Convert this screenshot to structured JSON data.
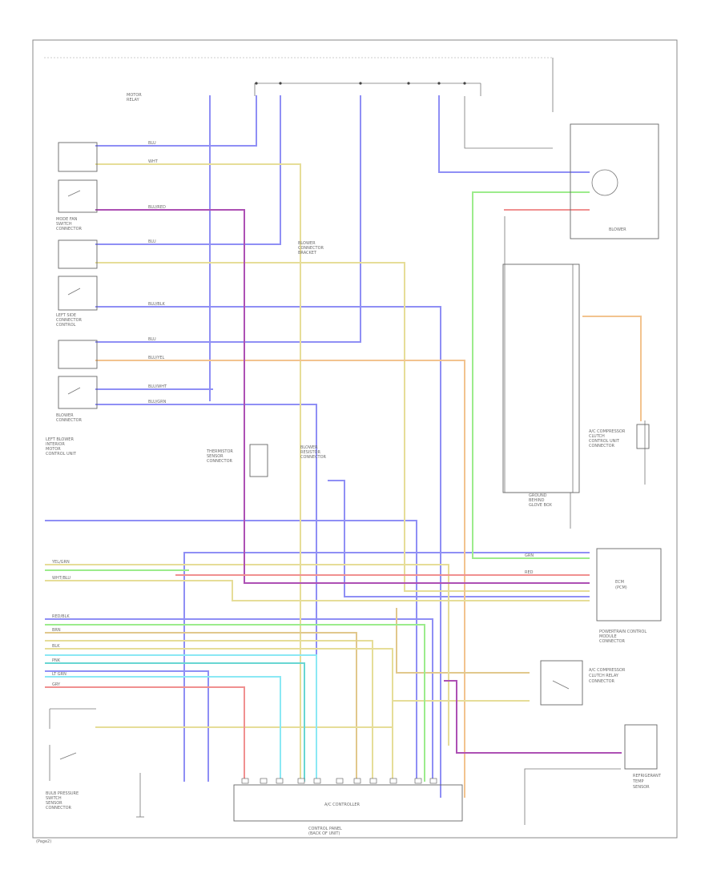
{
  "footer": {
    "code": "(Page2)"
  },
  "components": {
    "motor_top": {
      "lines": [
        "MOTOR",
        "RELAY"
      ]
    },
    "blower_motor": {
      "lines": [
        "BLOWER"
      ]
    },
    "blower_junction": {
      "lines": [
        "BLOWER",
        "CONNECTOR"
      ]
    },
    "left_blower": {
      "lines": [
        "LEFT BLOWER",
        "INTERIOR",
        "MOTOR",
        "CONTROL UNIT"
      ]
    },
    "main_left": {
      "lines": [
        "BLOWER",
        "CONNECTOR",
        "BRACKET"
      ]
    },
    "side_left_bottom": {
      "lines": [
        "LEFT SIDE",
        "CONNECTOR",
        "CONTROL"
      ]
    },
    "mode_fan": {
      "lines": [
        "MODE FAN",
        "SWITCH",
        "CONNECTOR"
      ]
    },
    "bottom_left_sensor": {
      "lines": [
        "BULB PRESSURE",
        "SWITCH",
        "SENSOR",
        "CONNECTOR"
      ]
    },
    "ac_controller": {
      "lines": [
        "A/C CONTROLLER"
      ]
    },
    "ac_controller_sub": {
      "lines": [
        "CONTROL PANEL",
        "(BACK OF UNIT)"
      ]
    },
    "right_controller": {
      "lines": [
        "A/C COMPRESSOR",
        "CLUTCH",
        "CONTROL UNIT",
        "CONNECTOR"
      ]
    },
    "ecm": {
      "lines": [
        "ECM",
        "(PCM)"
      ]
    },
    "ecm_sub": {
      "lines": [
        "POWERTRAIN CONTROL",
        "MODULE",
        "CONNECTOR"
      ]
    },
    "clutch_relay": {
      "lines": [
        "A/C COMPRESSOR",
        "CLUTCH RELAY",
        "CONNECTOR"
      ]
    },
    "lower_right_sensor": {
      "lines": [
        "REFRIGERANT",
        "TEMP",
        "SENSOR"
      ]
    },
    "ground_right": {
      "lines": [
        "GROUND",
        "BEHIND",
        "GLOVE BOX"
      ]
    },
    "mid_sensor": {
      "lines": [
        "THERMISTOR",
        "SENSOR",
        "CONNECTOR"
      ]
    },
    "blower_res": {
      "lines": [
        "BLOWER",
        "RESISTOR",
        "CONNECTOR"
      ]
    }
  },
  "wire_labels": [
    "BLU",
    "BLU",
    "BLU",
    "WHT",
    "BLU/RED",
    "BLU/BLK",
    "BLU/YEL",
    "BLU/WHT",
    "BLU/GRN",
    "GRN",
    "RED",
    "YEL/GRN",
    "WHT/BLU",
    "RED/BLK",
    "BRN",
    "BLK",
    "PNK",
    "LT GRN",
    "GRY"
  ],
  "colors": {
    "blue": "#8f8ff5",
    "yellow": "#e6dd98",
    "purple": "#ad50b4",
    "green": "#9cec8c",
    "red": "#f09090",
    "tan": "#e1c88c",
    "orange": "#f2c38f",
    "cyan": "#8be8f4",
    "teal": "#68d6d2"
  }
}
